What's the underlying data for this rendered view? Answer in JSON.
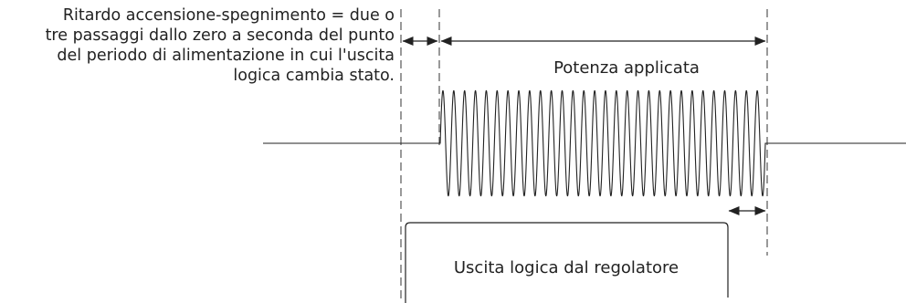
{
  "annotation": {
    "lines": [
      "Ritardo accensione-spegnimento = due o",
      "tre passaggi dallo zero a seconda del punto",
      "del periodo di alimentazione in cui l'uscita",
      "logica cambia stato."
    ]
  },
  "power_label": "Potenza applicata",
  "logic_label": "Uscita logica dal regolatore",
  "waveform": {
    "cycles": 30
  }
}
